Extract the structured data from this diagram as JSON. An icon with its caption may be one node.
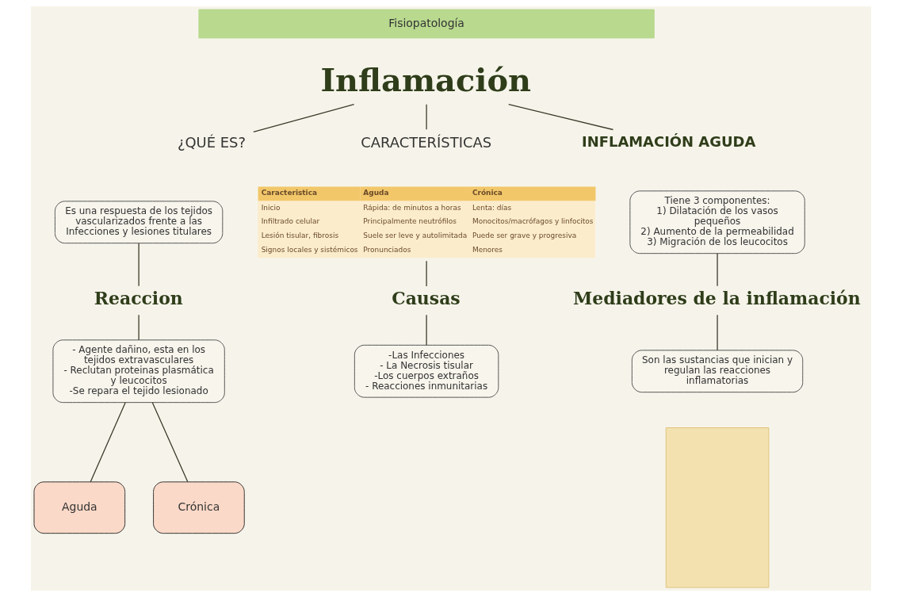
{
  "diagram": {
    "nodes": [
      {
        "text": [
          "Inflamación"
        ]
      },
      {
        "text": [
          "¿QUÉ ES?"
        ]
      },
      {
        "text": [
          "CARACTERÍSTICAS"
        ]
      },
      {
        "text": [
          "INFLAMACIÓN AGUDA"
        ]
      },
      {
        "text": [
          "Es una respuesta de los tejidos vascularizados frente a las Infecciones y lesiones titulares"
        ]
      },
      {
        "text": [
          "Caracteristica",
          "Aguda",
          "Crónica",
          "Inicio",
          "Rápida: de minutos a horas",
          "Lenta: días",
          "Infiltrado celular",
          "Principalmente neutrófilos",
          "Monocitos/macrófagos y linfocitos",
          "Lesión tisular, fibrosis",
          "Suele ser leve y autolimitada",
          "Puede ser grave y progresiva",
          "Signos locales y sistémicos",
          "Pronunciados",
          "Menores"
        ]
      },
      {
        "text": [
          "Tiene 3 componentes:",
          "1) Dilatación de los vasos pequeños",
          "2) Aumento de la permeabilidad",
          "3) Migración de los leucocitos"
        ]
      },
      {
        "text": [
          "Reaccion"
        ]
      },
      {
        "text": [
          "Causas"
        ]
      },
      {
        "text": [
          "Mediadores de la inflamación"
        ]
      },
      {
        "text": [
          "- Agente dañino, esta en los tejidos extravasculares",
          "- Reclutan proteinas plasmática y leucocitos",
          "-Se repara el tejido lesionado"
        ]
      },
      {
        "text": [
          "-Las Infecciones",
          "- La Necrosis tisular",
          "-Los cuerpos extraños",
          "- Reacciones inmunitarias"
        ]
      },
      {
        "text": [
          "Son las sustancias que inician y regulan las reacciones  inflamatorias"
        ]
      },
      {
        "text": [],
        "shape": "box"
      },
      {
        "text": [
          "Aguda"
        ]
      },
      {
        "text": [
          "Crónica"
        ]
      }
    ],
    "edges": [
      {
        "from": 0,
        "to": 1,
        "arrow": "none"
      },
      {
        "from": 0,
        "to": 2,
        "arrow": "none"
      },
      {
        "from": 0,
        "to": 3,
        "arrow": "none"
      },
      {
        "from": 4,
        "to": 7,
        "arrow": "none"
      },
      {
        "from": 5,
        "to": 8,
        "arrow": "none"
      },
      {
        "from": 6,
        "to": 9,
        "arrow": "none"
      },
      {
        "from": 7,
        "to": 10,
        "arrow": "none"
      },
      {
        "from": 8,
        "to": 11,
        "arrow": "none"
      },
      {
        "from": 9,
        "to": 12,
        "arrow": "none"
      },
      {
        "from": 10,
        "to": 14,
        "arrow": "none"
      },
      {
        "from": 10,
        "to": 15,
        "arrow": "none"
      }
    ],
    "labels": [
      "Fisiopatología"
    ]
  }
}
